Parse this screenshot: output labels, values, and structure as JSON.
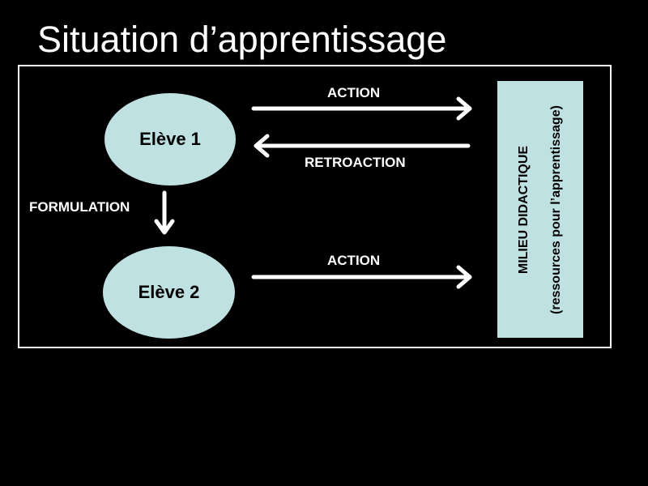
{
  "slide": {
    "title": "Situation d’apprentissage"
  },
  "diagram": {
    "nodes": {
      "eleve1": "Elève 1",
      "eleve2": "Elève 2"
    },
    "arrows": {
      "action_top": "ACTION",
      "retroaction": "RETROACTION",
      "action_bottom": "ACTION",
      "formulation": "FORMULATION"
    },
    "milieu": {
      "title": "MILIEU DIDACTIQUE",
      "subtitle": "(ressources pour l’apprentissage)"
    }
  },
  "colors": {
    "background": "#000000",
    "foreground": "#ffffff",
    "node_fill": "#bfe1e1",
    "node_text": "#000000"
  }
}
